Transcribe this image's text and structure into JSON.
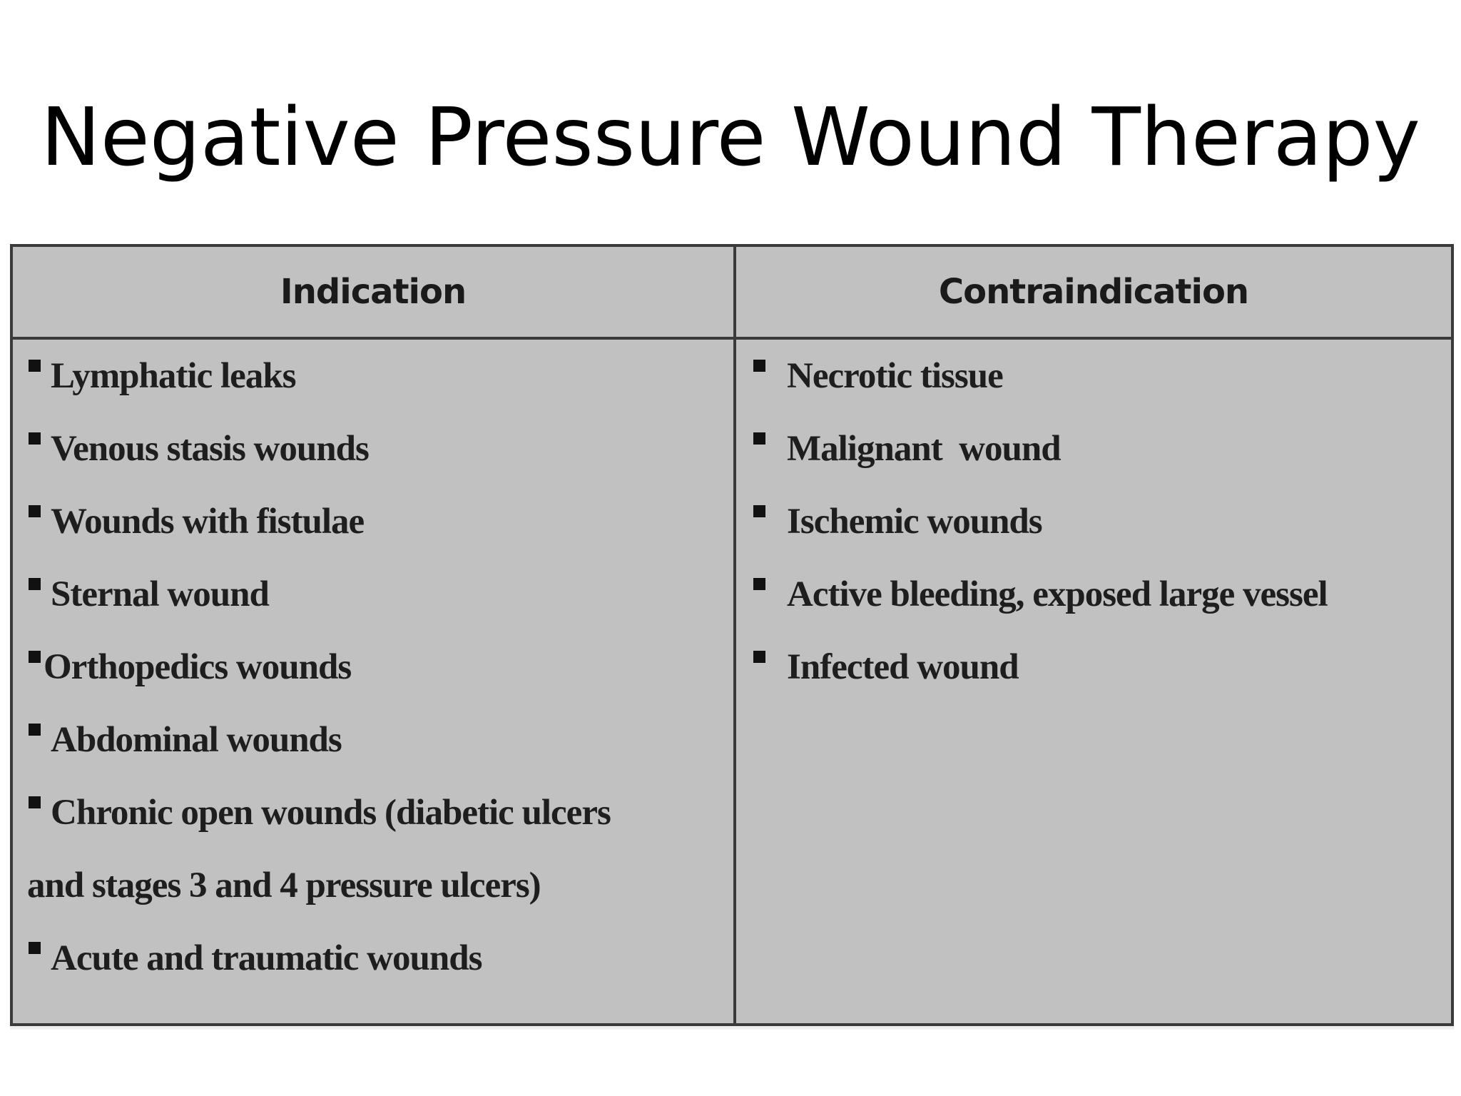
{
  "slide": {
    "title": "Negative Pressure Wound Therapy"
  },
  "table": {
    "headers": {
      "left": "Indication",
      "right": "Contraindication"
    },
    "indications": [
      "Lymphatic leaks",
      "Venous stasis wounds",
      "Wounds with fistulae",
      "Sternal wound",
      "Orthopedics wounds",
      "Abdominal wounds",
      "Chronic open wounds (diabetic ulcers",
      "Acute and traumatic wounds"
    ],
    "indication_continuation": "and stages 3 and 4 pressure ulcers)",
    "contraindications": [
      "Necrotic tissue",
      "Malignant  wound",
      "Ischemic wounds",
      "Active bleeding, exposed large vessel",
      "Infected wound"
    ]
  },
  "colors": {
    "table_background": "#c1c1c1",
    "grid_lines": "#3a3a3a",
    "text": "#1e1e1e",
    "page_background": "#ffffff"
  }
}
